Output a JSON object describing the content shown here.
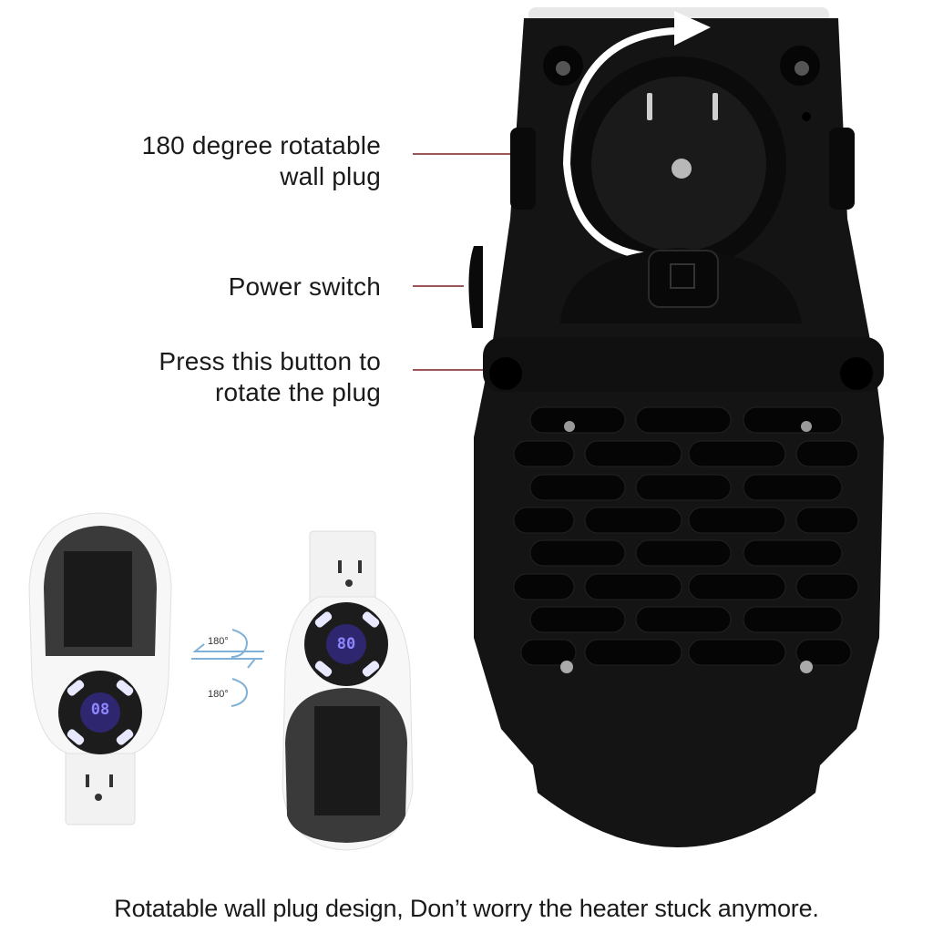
{
  "callouts": [
    {
      "text": "180 degree rotatable\nwall plug",
      "target": "rotatable-plug"
    },
    {
      "text": "Power switch",
      "target": "power-switch"
    },
    {
      "text": "Press this button to\nrotate the plug",
      "target": "rotate-button"
    }
  ],
  "caption": "Rotatable wall plug design, Don’t worry the heater stuck anymore.",
  "rotation_icon": {
    "top_label": "180°",
    "bottom_label": "180°"
  },
  "heater_left": {
    "display_value": "08",
    "orientation": "outlet-at-bottom"
  },
  "heater_right": {
    "display_value": "80",
    "orientation": "outlet-at-top"
  },
  "colors": {
    "callout_line": "#8a3a3a",
    "device_body": "#141414",
    "display_glow": "#6b5cff",
    "background": "#ffffff"
  }
}
